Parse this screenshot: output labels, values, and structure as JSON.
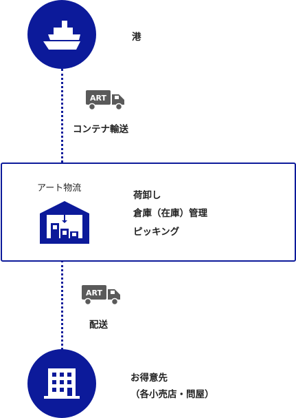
{
  "colors": {
    "primary": "#0c1a9a",
    "truck": "#5a5a5a"
  },
  "stages": {
    "port": {
      "label": "港",
      "icon": "ship-icon"
    },
    "transport1": {
      "truck_text": "ART",
      "label": "コンテナ輸送",
      "icon": "truck-icon"
    },
    "warehouse": {
      "company": "アート物流",
      "icon": "warehouse-icon",
      "tasks": [
        "荷卸し",
        "倉庫（在庫）管理",
        "ピッキング"
      ]
    },
    "transport2": {
      "truck_text": "ART",
      "label": "配送",
      "icon": "truck-icon"
    },
    "customer": {
      "label_line1": "お得意先",
      "label_line2": "（各小売店・問屋）",
      "icon": "building-icon"
    }
  }
}
